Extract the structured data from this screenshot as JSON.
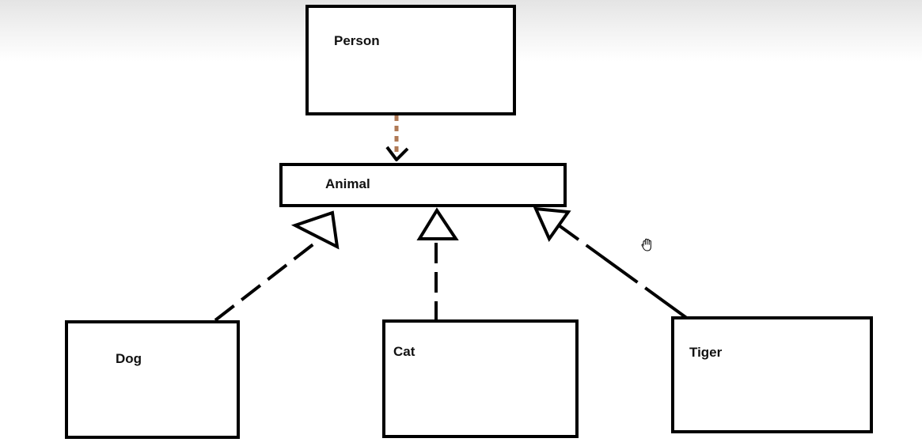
{
  "diagram": {
    "nodes": {
      "person": "Person",
      "animal": "Animal",
      "dog": "Dog",
      "cat": "Cat",
      "tiger": "Tiger"
    },
    "relations": [
      {
        "from": "person",
        "to": "animal",
        "kind": "dependency",
        "color": "#b07a55"
      },
      {
        "from": "dog",
        "to": "animal",
        "kind": "realization",
        "color": "#000000"
      },
      {
        "from": "cat",
        "to": "animal",
        "kind": "realization",
        "color": "#000000"
      },
      {
        "from": "tiger",
        "to": "animal",
        "kind": "realization",
        "color": "#000000"
      }
    ]
  }
}
